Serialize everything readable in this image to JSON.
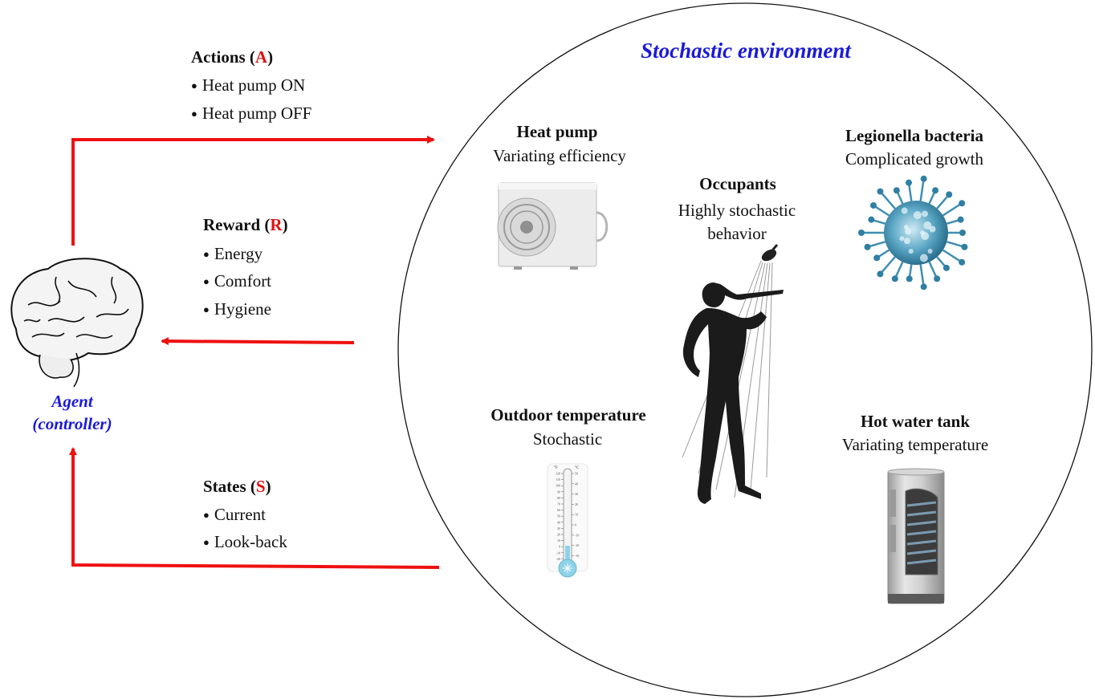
{
  "environment": {
    "title": "Stochastic environment",
    "components": {
      "heat_pump": {
        "title": "Heat pump",
        "subtitle": "Variating efficiency"
      },
      "legionella": {
        "title": "Legionella bacteria",
        "subtitle": "Complicated growth"
      },
      "occupants": {
        "title": "Occupants",
        "subtitle_line1": "Highly stochastic",
        "subtitle_line2": "behavior"
      },
      "outdoor_temp": {
        "title": "Outdoor temperature",
        "subtitle": "Stochastic"
      },
      "hot_water_tank": {
        "title": "Hot water tank",
        "subtitle": "Variating temperature"
      }
    }
  },
  "agent": {
    "line1": "Agent",
    "line2": "(controller)"
  },
  "actions": {
    "label": "Actions (",
    "symbol": "A",
    "close": ")",
    "items": [
      "Heat pump ON",
      "Heat pump OFF"
    ]
  },
  "reward": {
    "label": "Reward (",
    "symbol": "R",
    "close": ")",
    "items": [
      "Energy",
      "Comfort",
      "Hygiene"
    ]
  },
  "states": {
    "label": "States (",
    "symbol": "S",
    "close": ")",
    "items": [
      "Current",
      "Look-back"
    ]
  },
  "thermometer": {
    "f_label": "°F",
    "c_label": "°C",
    "f_ticks": [
      "120",
      "110",
      "100",
      "90",
      "80",
      "70",
      "60",
      "50",
      "40",
      "30",
      "20",
      "10",
      "0",
      "-10",
      "-20"
    ],
    "c_ticks": [
      "50",
      "40",
      "30",
      "20",
      "10",
      "0",
      "-10",
      "-20",
      "-30"
    ]
  },
  "colors": {
    "arrow": "#ee1111",
    "accent_blue": "#1a1ad8",
    "symbol_red": "#e01010"
  }
}
